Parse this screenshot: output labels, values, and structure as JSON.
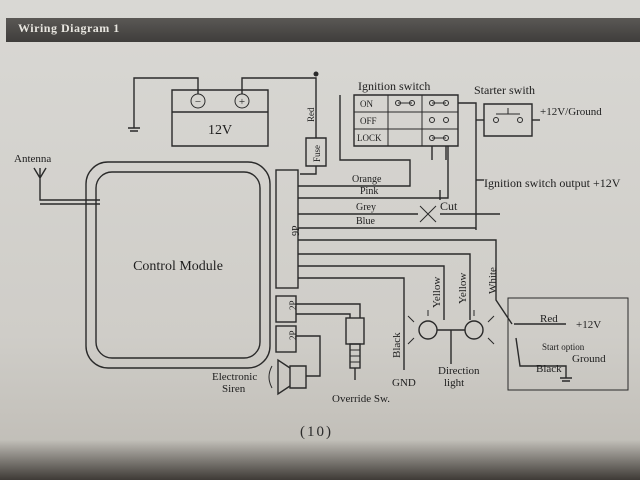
{
  "header": {
    "title": "Wiring Diagram 1"
  },
  "labels": {
    "battery": "12V",
    "fuse": "Fuse",
    "red_top": "Red",
    "ignition_switch": "Ignition switch",
    "on": "ON",
    "off": "OFF",
    "lock": "LOCK",
    "starter_switch": "Starter swith",
    "starter_output": "+12V/Ground",
    "antenna": "Antenna",
    "control_module": "Control Module",
    "connector_9p": "9P",
    "connector_2p_a": "2P",
    "connector_2p_b": "2P",
    "orange": "Orange",
    "pink": "Pink",
    "grey": "Grey",
    "blue": "Blue",
    "cut": "Cut",
    "ignition_output": "Ignition switch output  +12V",
    "white": "White",
    "yellow_a": "Yellow",
    "yellow_b": "Yellow",
    "black_gnd": "Black",
    "gnd": "GND",
    "direction_light_1": "Direction",
    "direction_light_2": "light",
    "red_right": "Red",
    "plus12v_right": "+12V",
    "start_option_1": "Start option",
    "black_right": "Black",
    "ground_right": "Ground",
    "electronic_siren_1": "Electronic",
    "electronic_siren_2": "Siren",
    "override_sw": "Override Sw.",
    "battery_minus": "−",
    "battery_plus": "+"
  },
  "page_number": "(10)",
  "colors": {
    "ink": "#2a2a2a",
    "paper": "#d6d5d1",
    "header": "#474543"
  }
}
